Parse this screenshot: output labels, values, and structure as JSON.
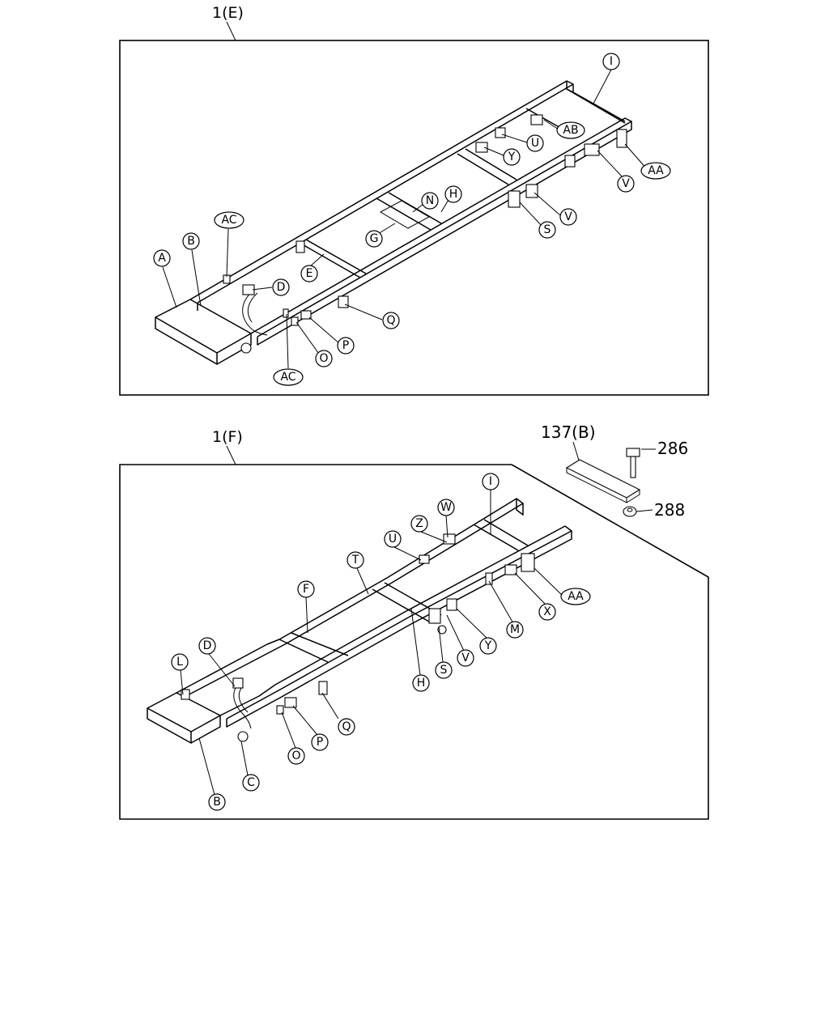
{
  "diagram_e": {
    "title": "1(E)",
    "labels": [
      "I",
      "AB",
      "U",
      "Y",
      "AA",
      "V",
      "N",
      "H",
      "V",
      "S",
      "G",
      "AC",
      "B",
      "A",
      "E",
      "D",
      "Q",
      "P",
      "O",
      "AC"
    ]
  },
  "diagram_f": {
    "title": "1(F)",
    "labels": [
      "I",
      "W",
      "Z",
      "U",
      "T",
      "F",
      "AA",
      "X",
      "M",
      "Y",
      "V",
      "S",
      "H",
      "L",
      "D",
      "Q",
      "P",
      "O",
      "C",
      "B"
    ]
  },
  "detail": {
    "bracket_ref": "137(B)",
    "bolt_ref": "286",
    "nut_ref": "288"
  }
}
